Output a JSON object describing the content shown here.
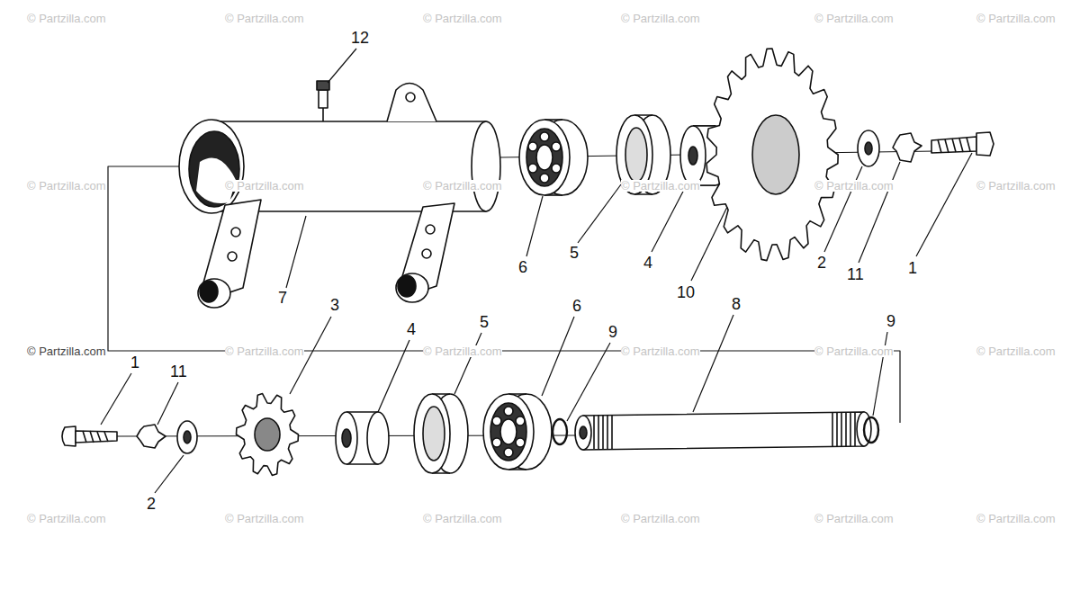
{
  "diagram": {
    "labels": [
      "12",
      "7",
      "6",
      "5",
      "4",
      "10",
      "2",
      "11",
      "1",
      "3",
      "4",
      "5",
      "6",
      "9",
      "8",
      "9",
      "1",
      "11",
      "2",
      "© Partzilla.com",
      "© Partzilla.com",
      "© Partzilla.com",
      "© Partzilla.com",
      "© Partzilla.com",
      "© Partzilla.com",
      "© Partzilla.com",
      "© Partzilla.com",
      "© Partzilla.com",
      "© Partzilla.com",
      "© Partzilla.com",
      "© Partzilla.com",
      "© Partzilla.com",
      "© Partzilla.com",
      "© Partzilla.com",
      "© Partzilla.com",
      "© Partzilla.com",
      "© Partzilla.com",
      "© Partzilla.com",
      "© Partzilla.com",
      "© Partzilla.com",
      "© Partzilla.com",
      "© Partzilla.com",
      "© Partzilla.com"
    ]
  }
}
